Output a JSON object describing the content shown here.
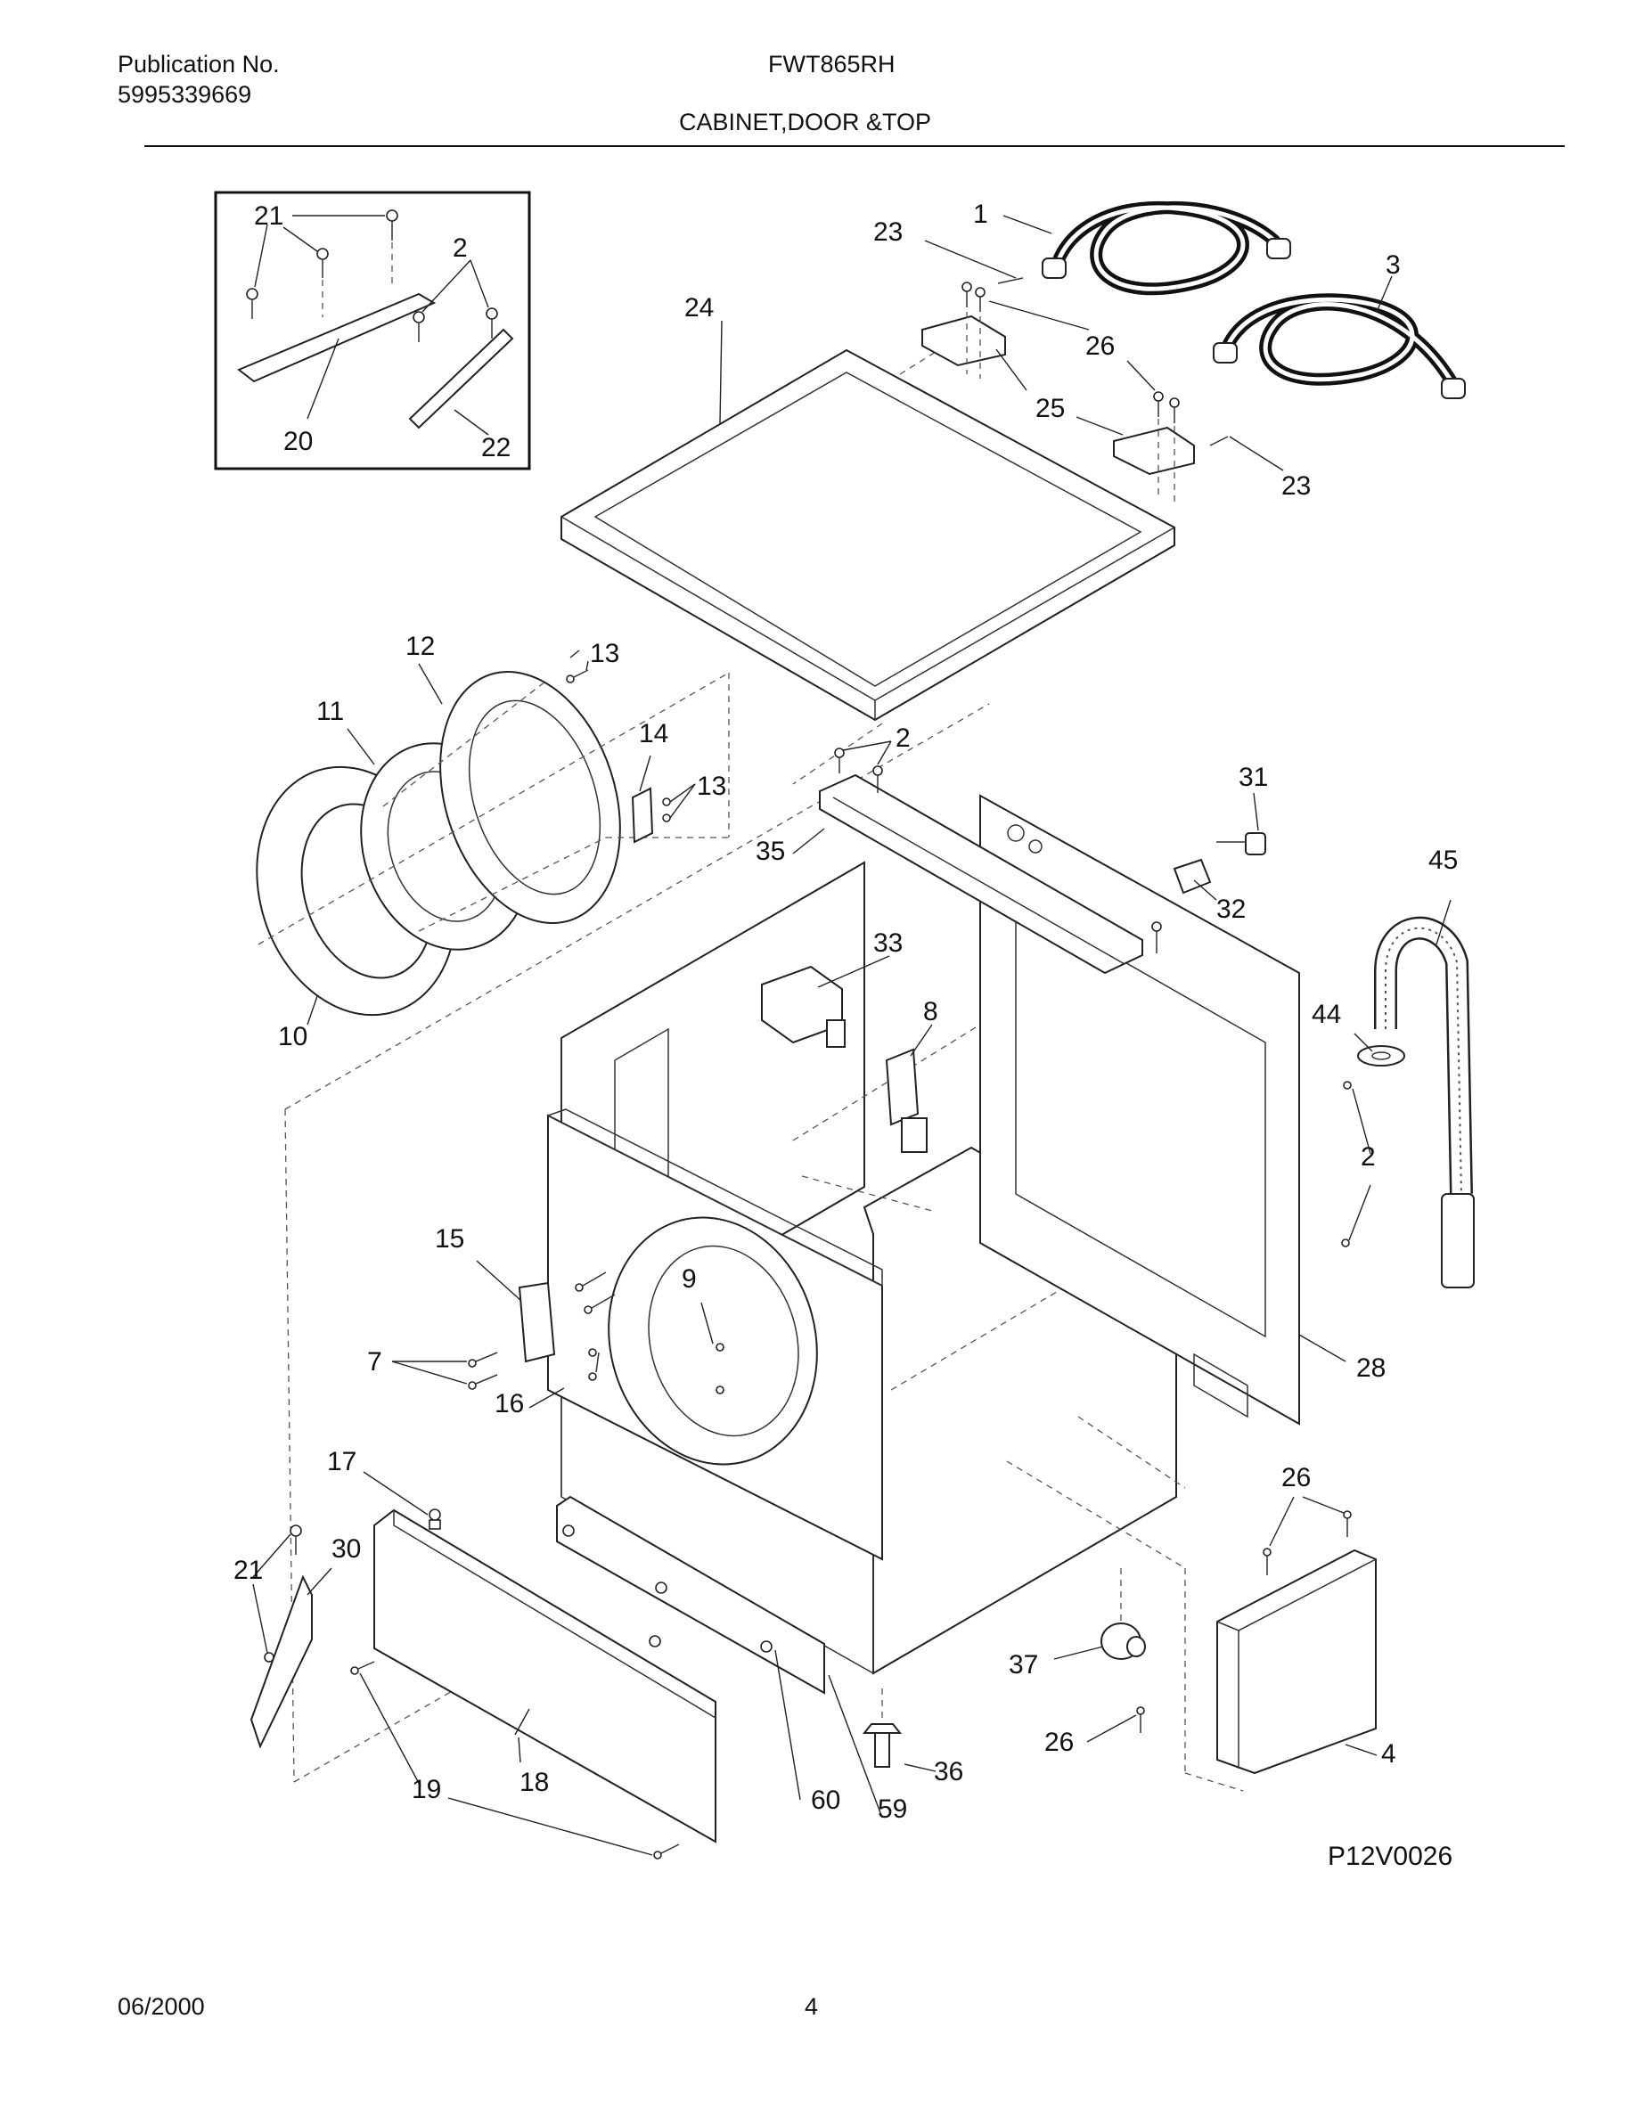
{
  "header": {
    "publication_label": "Publication No.",
    "publication_number": "5995339669",
    "model": "FWT865RH",
    "section_title": "CABINET,DOOR &TOP"
  },
  "diagram": {
    "code": "P12V0026",
    "callouts": {
      "c1": "1",
      "c2a": "2",
      "c2b": "2",
      "c2c": "2",
      "c3": "3",
      "c4": "4",
      "c7": "7",
      "c8": "8",
      "c9": "9",
      "c10": "10",
      "c11": "11",
      "c12": "12",
      "c13a": "13",
      "c13b": "13",
      "c14": "14",
      "c15": "15",
      "c16": "16",
      "c17": "17",
      "c18": "18",
      "c19": "19",
      "c20": "20",
      "c21a": "21",
      "c21b": "21",
      "c22": "22",
      "c23a": "23",
      "c23b": "23",
      "c24": "24",
      "c25": "25",
      "c26a": "26",
      "c26b": "26",
      "c26c": "26",
      "c28": "28",
      "c30": "30",
      "c31": "31",
      "c32": "32",
      "c33": "33",
      "c35": "35",
      "c36": "36",
      "c37": "37",
      "c44": "44",
      "c45": "45",
      "c59": "59",
      "c60": "60"
    }
  },
  "footer": {
    "date": "06/2000",
    "page": "4"
  }
}
